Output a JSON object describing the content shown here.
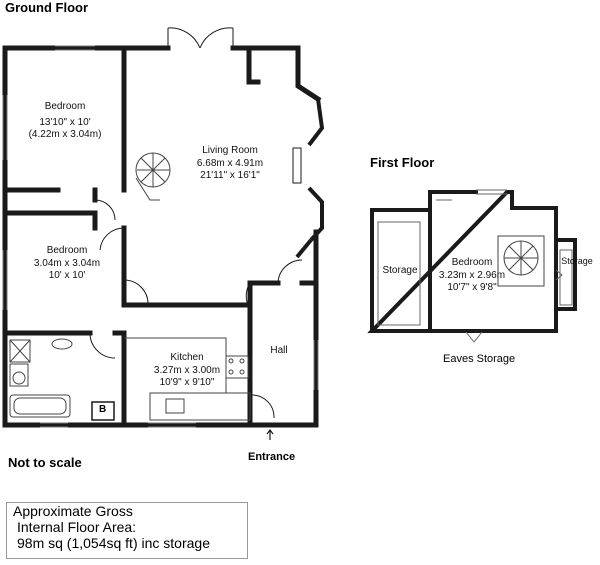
{
  "labels": {
    "ground_floor": "Ground Floor",
    "first_floor": "First Floor",
    "not_to_scale": "Not to scale",
    "entrance": "Entrance",
    "eaves_storage": "Eaves Storage",
    "boiler": "B"
  },
  "ground_floor_rooms": {
    "bedroom1": {
      "name": "Bedroom",
      "imperial": "13'10\" x 10'",
      "metric": "(4.22m x 3.04m)"
    },
    "living": {
      "name": "Living Room",
      "metric": "6.68m x 4.91m",
      "imperial": "21'11\" x 16'1\""
    },
    "bedroom2": {
      "name": "Bedroom",
      "metric": "3.04m x 3.04m",
      "imperial": "10' x 10'"
    },
    "kitchen": {
      "name": "Kitchen",
      "metric": "3.27m x 3.00m",
      "imperial": "10'9\" x 9'10\""
    },
    "hall": {
      "name": "Hall"
    }
  },
  "first_floor_rooms": {
    "storage_left": {
      "name": "Storage"
    },
    "bedroom": {
      "name": "Bedroom",
      "metric": "3.23m x 2.96m",
      "imperial": "10'7\" x 9'8\""
    },
    "storage_right": {
      "name": "Storage"
    }
  },
  "area": {
    "line1": "Approximate Gross",
    "line2": "Internal Floor Area:",
    "line3": "98m sq (1,054sq ft) inc storage"
  }
}
